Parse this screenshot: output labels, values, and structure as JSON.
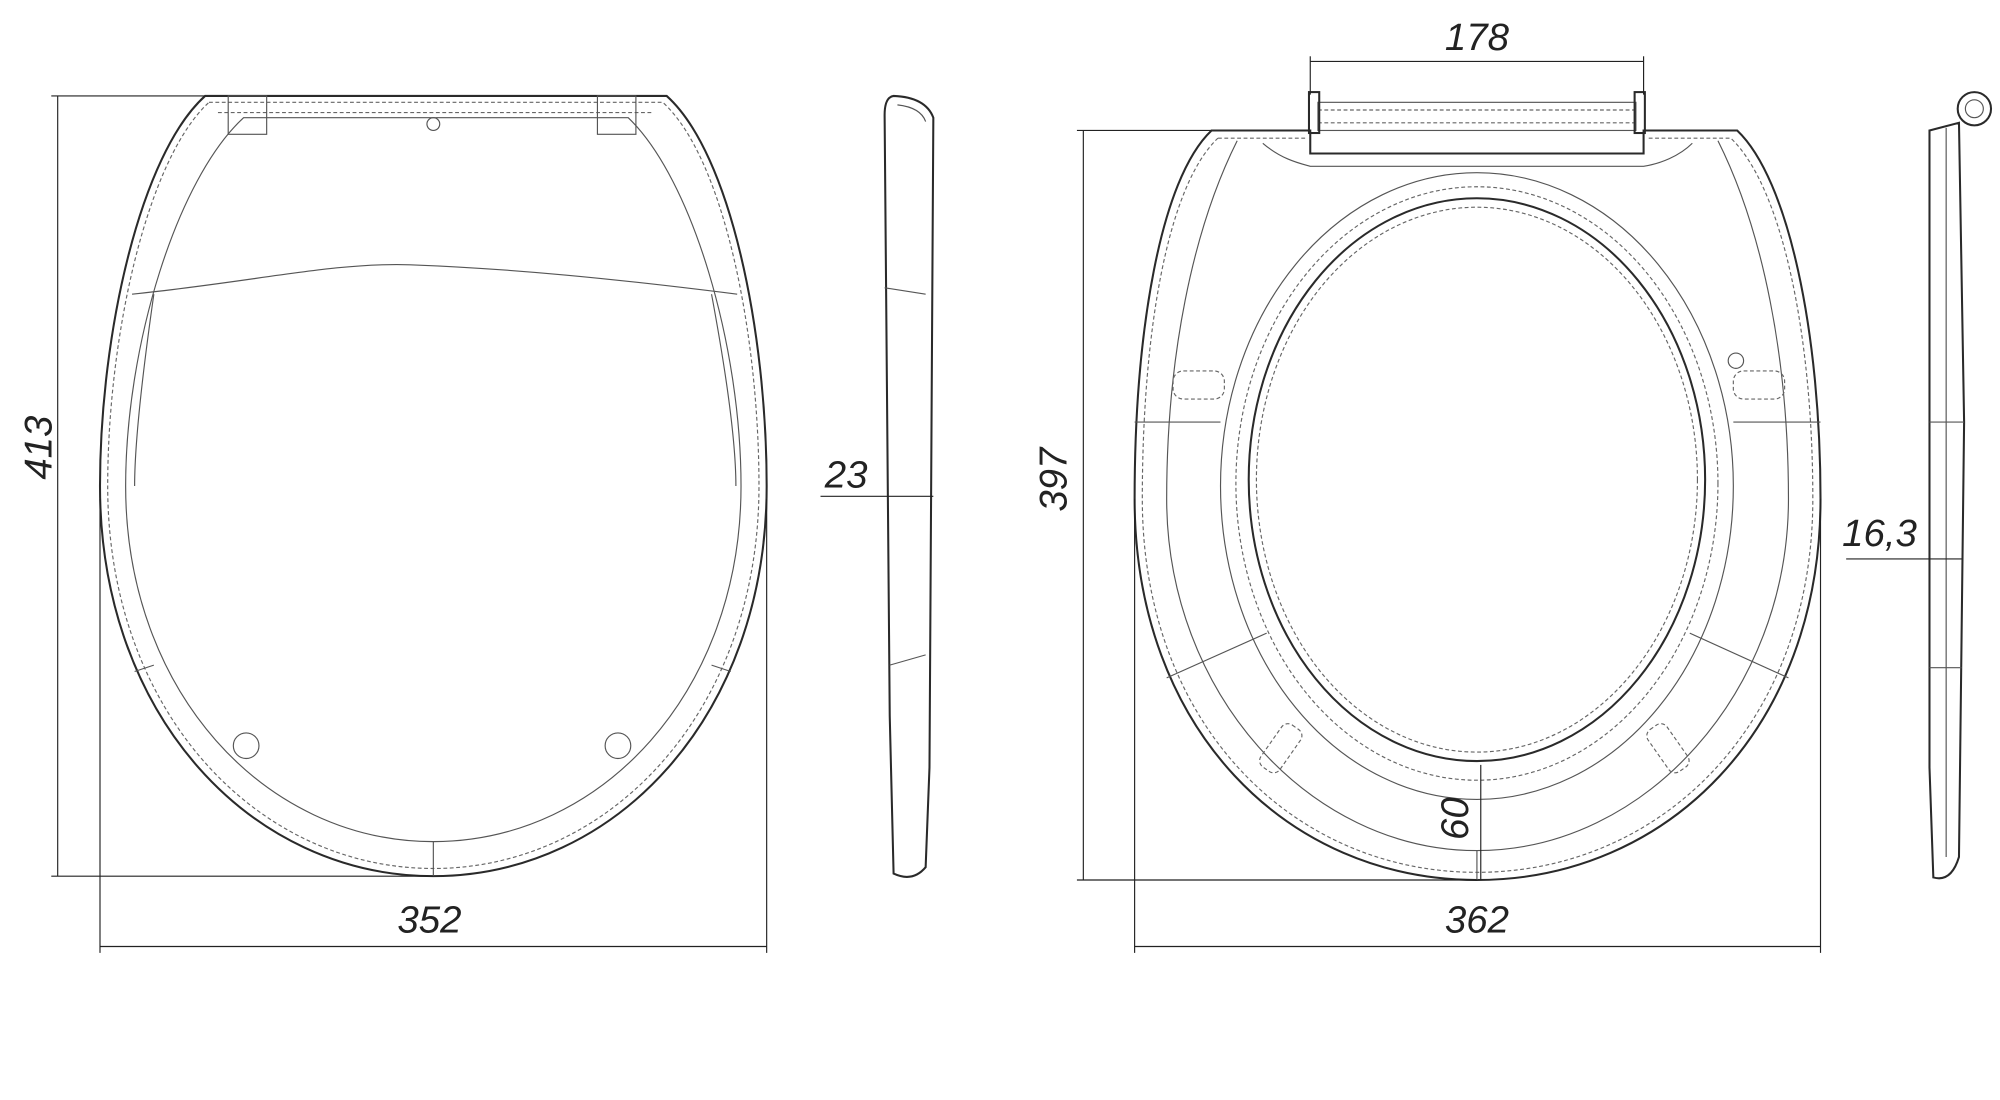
{
  "title": "Toilet seat dimension drawing",
  "lid_view": {
    "height_label": "413",
    "width_label": "352"
  },
  "lid_side_view": {
    "thickness_label": "23"
  },
  "seat_view": {
    "hinge_width_label": "178",
    "height_label": "397",
    "width_label": "362",
    "front_rim_label": "60"
  },
  "seat_side_view": {
    "thickness_label": "16,3"
  }
}
